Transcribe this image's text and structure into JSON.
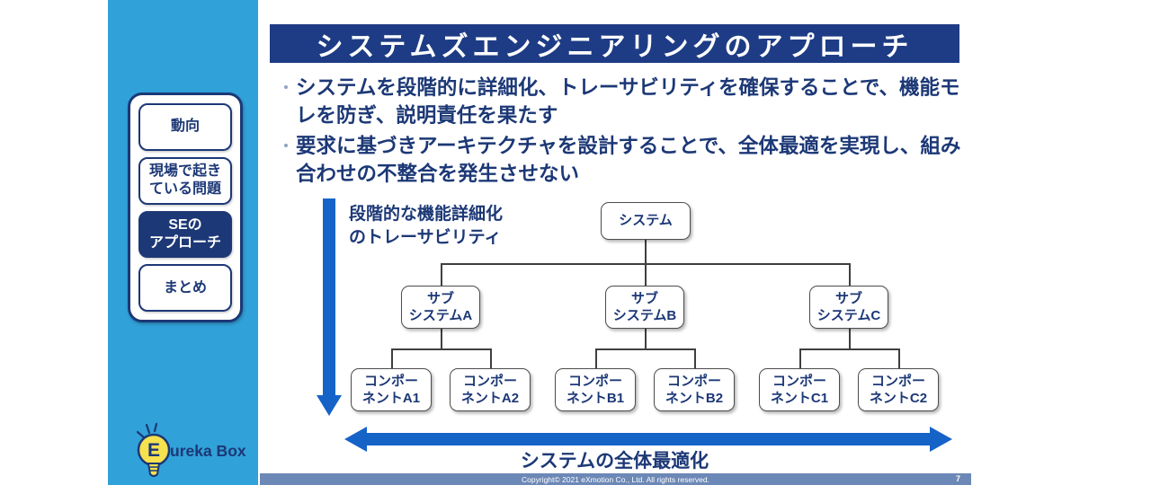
{
  "header": {
    "title": "システムズエンジニアリングのアプローチ"
  },
  "bullets": [
    "システムを段階的に詳細化、トレーサビリティを確保することで、機能モレを防ぎ、説明責任を果たす",
    "要求に基づきアーキテクチャを設計することで、全体最適を実現し、組み合わせの不整合を発生させない"
  ],
  "sidebar": {
    "items": [
      {
        "line1": "動向",
        "line2": ""
      },
      {
        "line1": "現場で起き",
        "line2": "ている問題"
      },
      {
        "line1": "SEの",
        "line2": "アプローチ"
      },
      {
        "line1": "まとめ",
        "line2": ""
      }
    ],
    "logo": {
      "bulb_letter": "E",
      "text": "ureka Box"
    }
  },
  "diagram": {
    "vertical_arrow_label": {
      "line1": "段階的な機能詳細化",
      "line2": "のトレーサビリティ"
    },
    "root": {
      "label": "システム"
    },
    "subsystems": [
      {
        "line1": "サブ",
        "line2": "システムA"
      },
      {
        "line1": "サブ",
        "line2": "システムB"
      },
      {
        "line1": "サブ",
        "line2": "システムC"
      }
    ],
    "components": [
      {
        "line1": "コンポー",
        "line2": "ネントA1"
      },
      {
        "line1": "コンポー",
        "line2": "ネントA2"
      },
      {
        "line1": "コンポー",
        "line2": "ネントB1"
      },
      {
        "line1": "コンポー",
        "line2": "ネントB2"
      },
      {
        "line1": "コンポー",
        "line2": "ネントC1"
      },
      {
        "line1": "コンポー",
        "line2": "ネントC2"
      }
    ],
    "horizontal_arrow_label": "システムの全体最適化"
  },
  "footer": {
    "copyright": "Copyright© 2021 eXmotion Co., Ltd. All rights reserved.",
    "page_number": "7"
  },
  "colors": {
    "navy": "#1C3876",
    "title_bar": "#1E3C85",
    "sidebar_blue": "#31A1D9",
    "arrow_blue": "#1663C8",
    "footer_bar": "#6C88B6",
    "bulb_yellow": "#F6E14E"
  }
}
